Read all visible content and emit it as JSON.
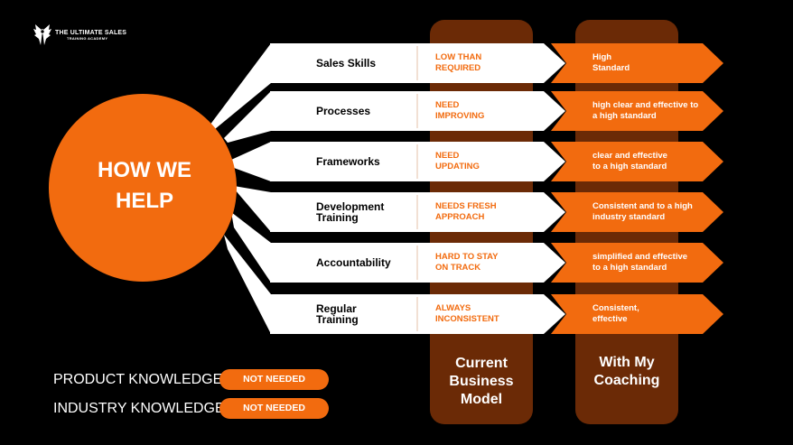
{
  "logo": {
    "line1": "THE ULTIMATE SALES",
    "line2": "TRAINING ACADEMY",
    "icon": "winged-emblem-icon"
  },
  "hub": {
    "label": "HOW WE\nHELP"
  },
  "columns": {
    "current": "Current\nBusiness\nModel",
    "coaching": "With My\nCoaching"
  },
  "rows": [
    {
      "skill": "Sales Skills",
      "current": "LOW THAN\nREQUIRED",
      "coaching": "High\nStandard"
    },
    {
      "skill": "Processes",
      "current": "NEED\nIMPROVING",
      "coaching": "high clear and effective to\na high standard"
    },
    {
      "skill": "Frameworks",
      "current": "NEED\nUPDATING",
      "coaching": "clear and effective\nto a high standard"
    },
    {
      "skill": "Development\nTraining",
      "current": "NEEDS FRESH\nAPPROACH",
      "coaching": "Consistent and to a high\nindustry standard"
    },
    {
      "skill": "Accountability",
      "current": "HARD TO STAY\nON TRACK",
      "coaching": "simplified and effective\nto a high standard"
    },
    {
      "skill": "Regular\nTraining",
      "current": "ALWAYS\nINCONSISTENT",
      "coaching": "Consistent,\neffective"
    }
  ],
  "knowledge": [
    {
      "label": "PRODUCT KNOWLEDGE",
      "status": "NOT NEEDED"
    },
    {
      "label": "INDUSTRY KNOWLEDGE",
      "status": "NOT NEEDED"
    }
  ],
  "colors": {
    "accent": "#f26b0f",
    "column": "#6b2a06",
    "background": "#000000",
    "row": "#ffffff"
  }
}
